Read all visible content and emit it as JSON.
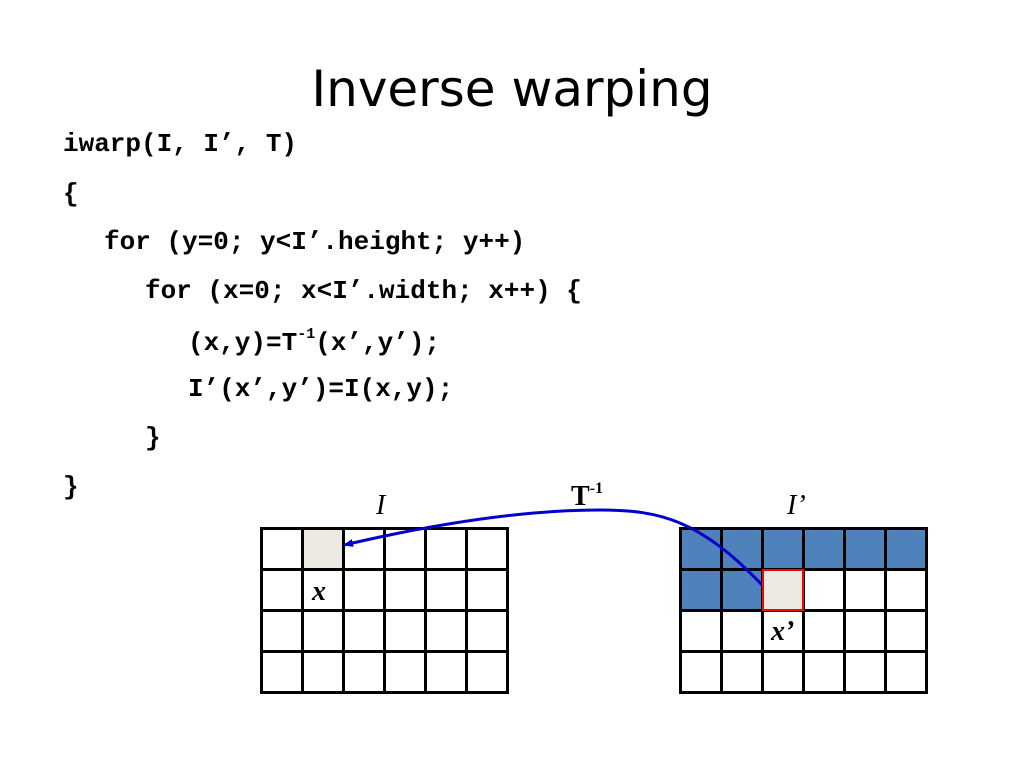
{
  "slide": {
    "title": "Inverse warping"
  },
  "code": {
    "line1": "iwarp(I, I’, T)",
    "line2": "{",
    "line3": "for (y=0; y<I’.height; y++)",
    "line4": "for (x=0; x<I’.width; x++) {",
    "line5_pre": "(x,y)=T",
    "line5_sup": "-1",
    "line5_post": "(x’,y’);",
    "line6": "I’(x’,y’)=I(x,y);",
    "line7": "}",
    "line8": "}"
  },
  "diagram": {
    "source_label": "I",
    "dest_label": "I’",
    "transform_label": "T",
    "transform_sup": "-1",
    "source_pixel_label": "x",
    "dest_pixel_label": "x’",
    "grid_rows": 4,
    "grid_cols": 6,
    "colors": {
      "filled": "#4f81bd",
      "pixel": "#eceae1",
      "highlight_border": "#ff0000",
      "arrow": "#0000cc"
    }
  }
}
